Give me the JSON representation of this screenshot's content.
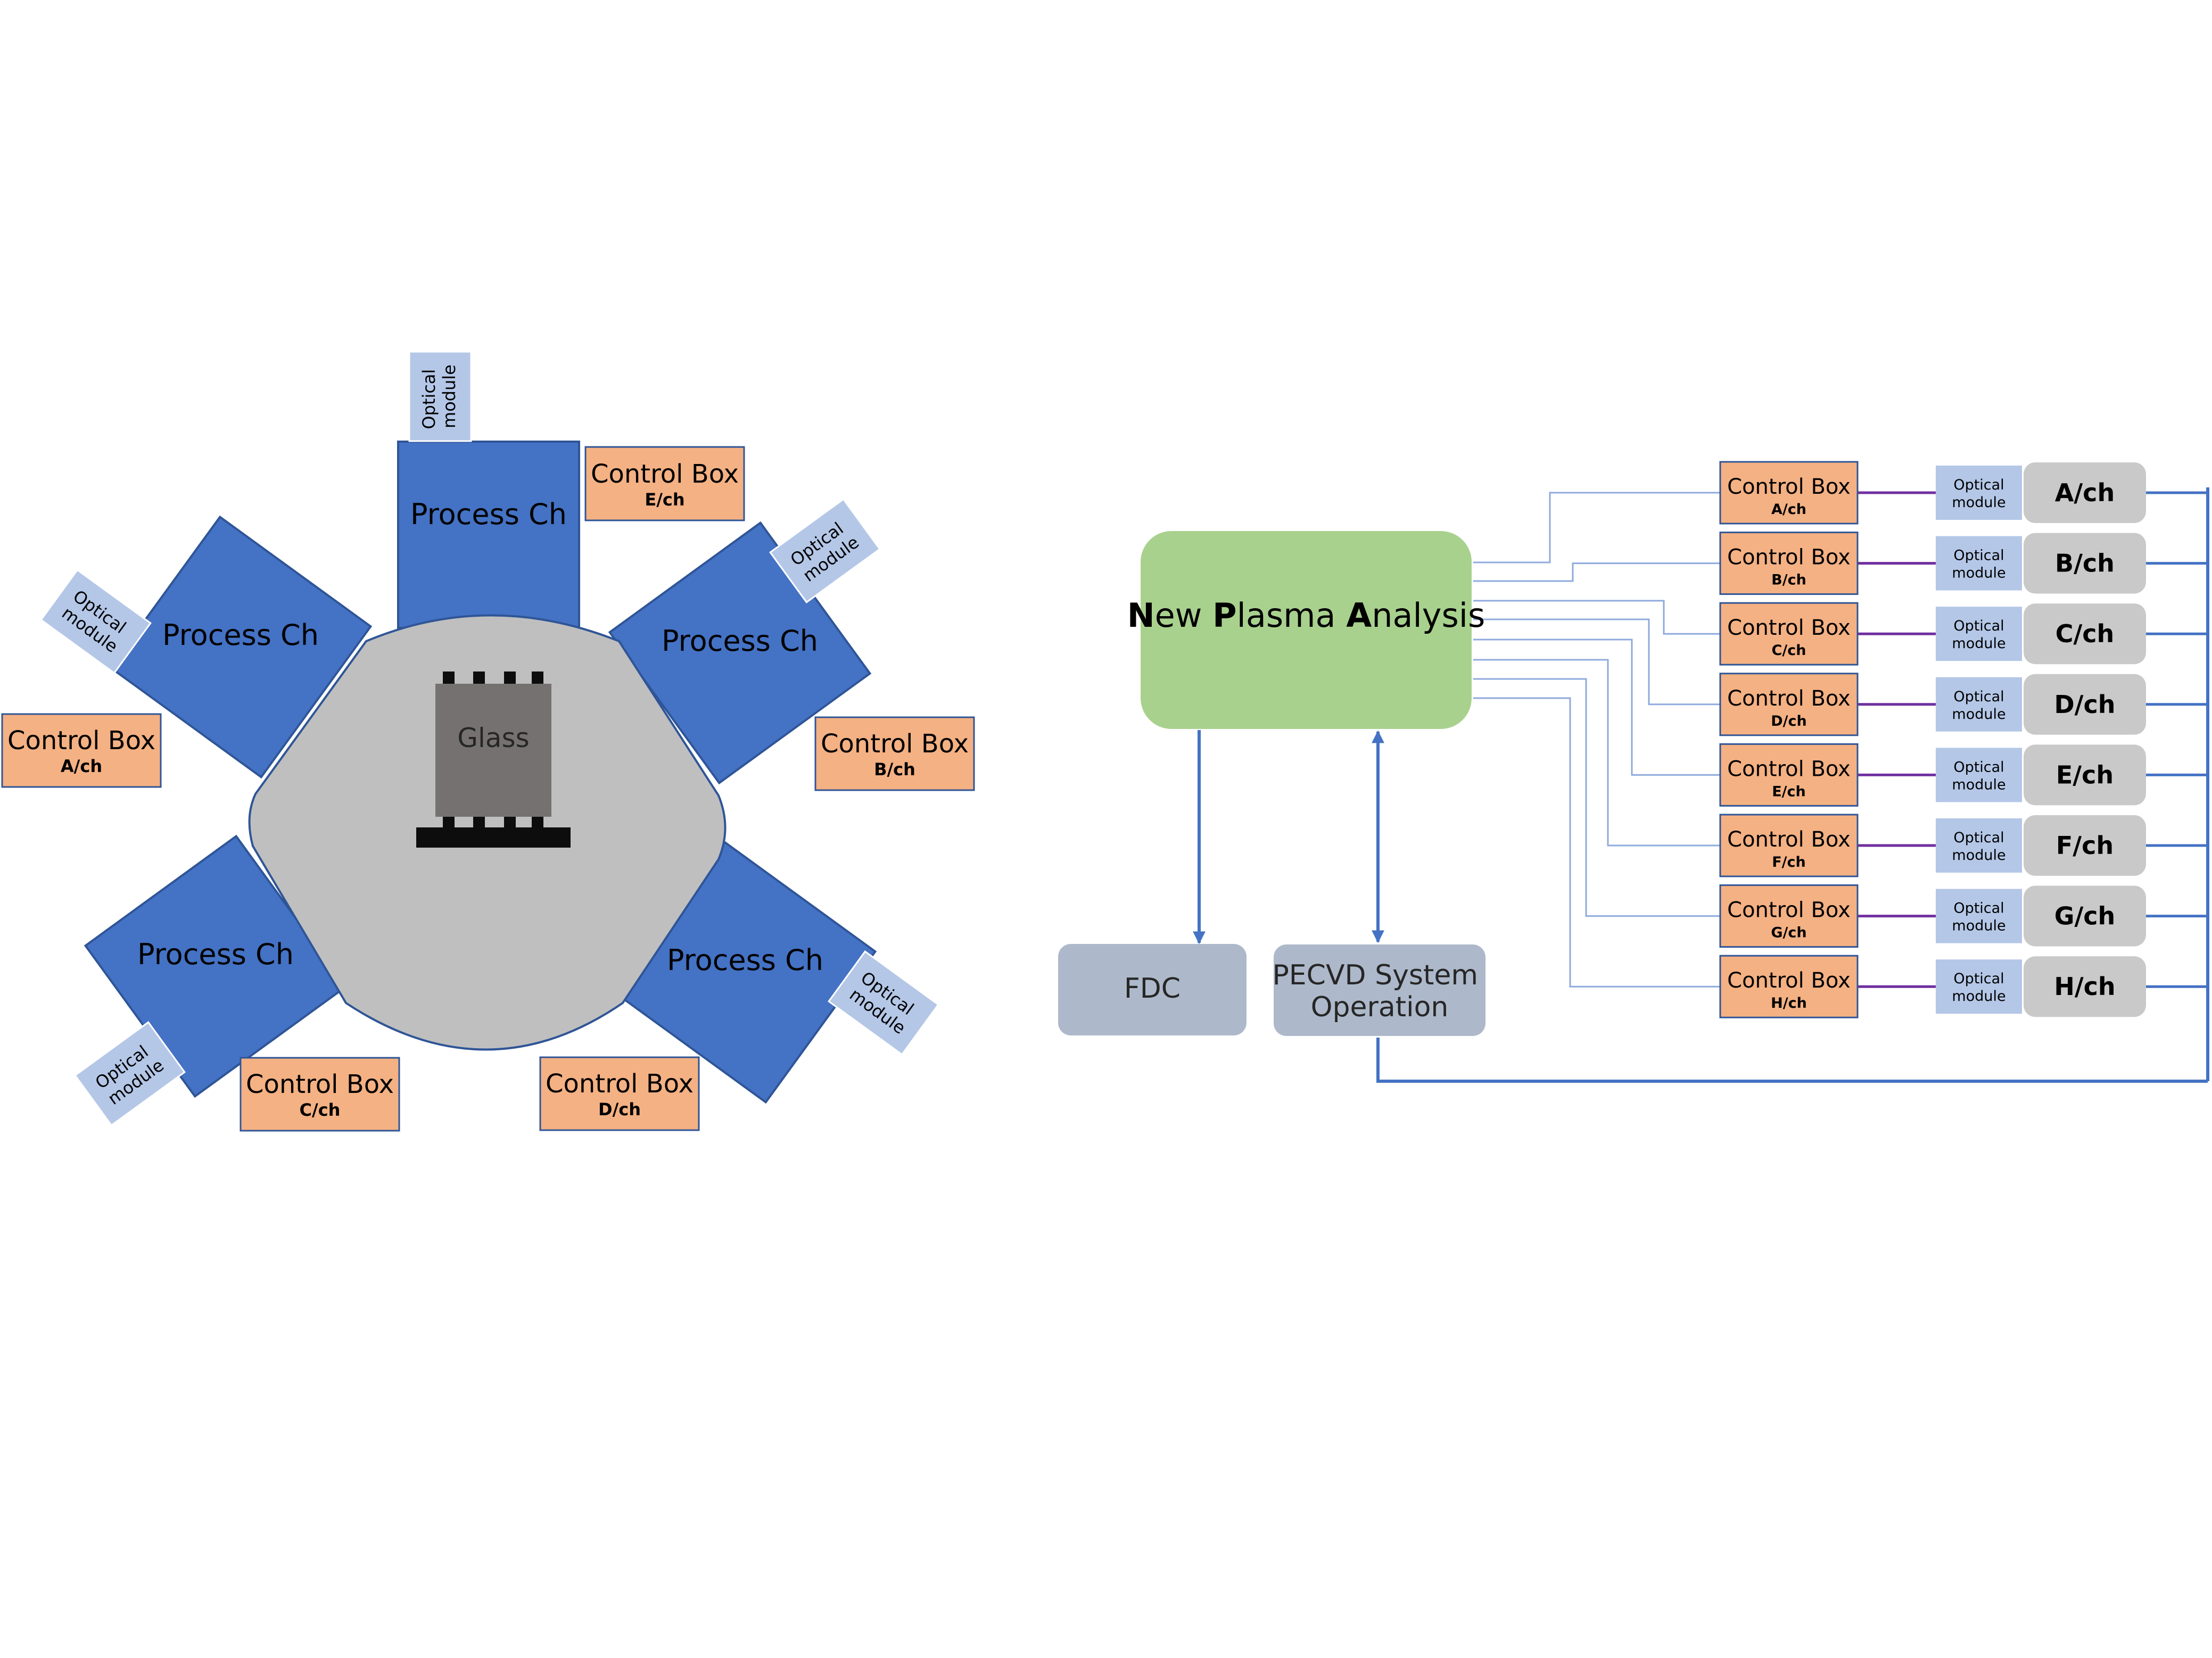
{
  "left_diagram": {
    "glass_label": "Glass",
    "process_label": "Process Ch",
    "optical_lines": [
      "Optical",
      "module"
    ],
    "control_box_title": "Control Box",
    "control_boxes": {
      "A": "A/ch",
      "B": "B/ch",
      "C": "C/ch",
      "D": "D/ch",
      "E": "E/ch"
    }
  },
  "right_diagram": {
    "npa": {
      "parts": [
        {
          "text": "N",
          "bold": true
        },
        {
          "text": "ew ",
          "bold": false
        },
        {
          "text": "P",
          "bold": true
        },
        {
          "text": "lasma ",
          "bold": false
        },
        {
          "text": "A",
          "bold": true
        },
        {
          "text": "nalysis",
          "bold": false
        }
      ]
    },
    "fdc_label": "FDC",
    "pecvd_lines": [
      "PECVD System",
      "Operation"
    ],
    "control_box_title": "Control Box",
    "optical_lines": [
      "Optical",
      "module"
    ],
    "channels": [
      "A/ch",
      "B/ch",
      "C/ch",
      "D/ch",
      "E/ch",
      "F/ch",
      "G/ch",
      "H/ch"
    ]
  },
  "colors": {
    "process_blue": "#4472C4",
    "control_orange": "#F4B183",
    "optical_lightblue": "#B4C7E7",
    "chamber_gray": "#BFBFBF",
    "glass_gray": "#767171",
    "npa_green": "#A9D18E",
    "system_gray": "#ADB9CA",
    "channel_gray": "#C9C9C9",
    "purple_line": "#7030A0"
  }
}
